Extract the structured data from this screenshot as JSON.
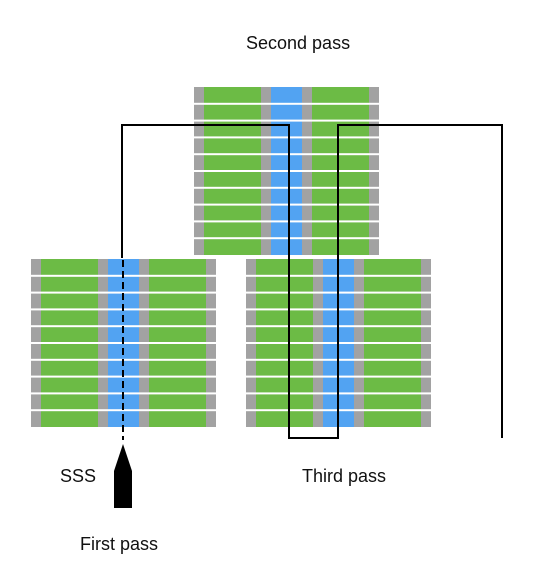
{
  "labels": {
    "second_pass": "Second pass",
    "sss": "SSS",
    "third_pass": "Third pass",
    "first_pass": "First pass"
  },
  "colors": {
    "green": "#6cbb45",
    "blue": "#52a3f2",
    "gray": "#a2a2a2",
    "line": "#000000"
  },
  "blocks": [
    {
      "name": "block-second-pass",
      "rows": 10
    },
    {
      "name": "block-sss",
      "rows": 10
    },
    {
      "name": "block-third-pass",
      "rows": 10
    }
  ]
}
